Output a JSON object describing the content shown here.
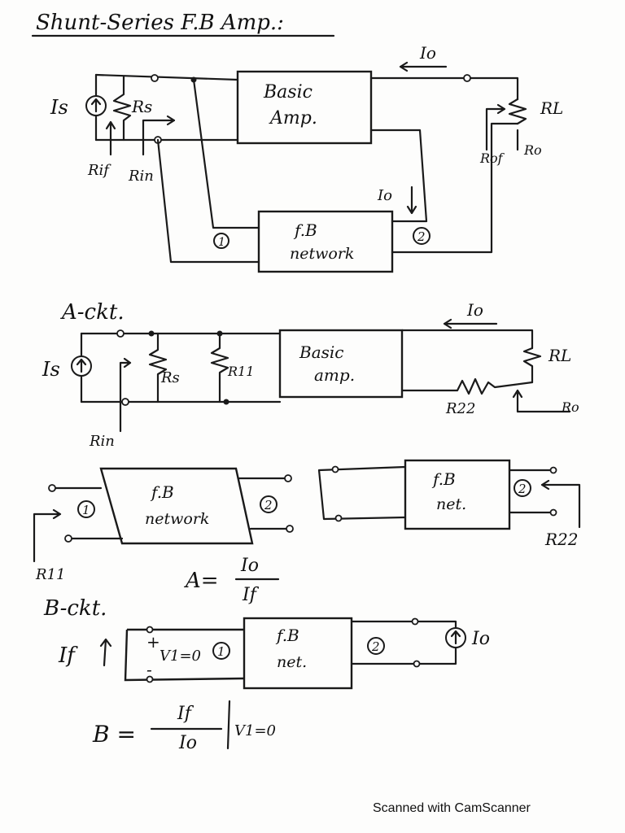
{
  "title": "Shunt-Series F.B Amp.:",
  "circuit1": {
    "source": "Is",
    "rs": "Rs",
    "rif": "Rif",
    "rin": "Rin",
    "amp_line1": "Basic",
    "amp_line2": "Amp.",
    "io_top": "Io",
    "io_loop": "Io",
    "rl": "RL",
    "rof": "Rof",
    "ro": "Ro",
    "fb_line1": "f.B",
    "fb_line2": "network",
    "port1": "1",
    "port2": "2"
  },
  "a_ckt": {
    "heading": "A-ckt.",
    "source": "Is",
    "rs": "Rs",
    "r11": "R11",
    "rin": "Rin",
    "amp_line1": "Basic",
    "amp_line2": "amp.",
    "io": "Io",
    "rl": "RL",
    "r22": "R22",
    "ro": "Ro"
  },
  "fb_network_a": {
    "line1": "f.B",
    "line2": "network",
    "port1": "1",
    "port2": "2",
    "r11": "R11"
  },
  "fb_net_b": {
    "line1": "f.B",
    "line2": "net.",
    "port2": "2",
    "r22": "R22"
  },
  "a_formula": {
    "lhs": "A=",
    "num": "Io",
    "den": "If"
  },
  "b_ckt": {
    "heading": "B-ckt.",
    "if_label": "If",
    "plus": "+",
    "minus": "-",
    "v1": "V1=0",
    "port1": "1",
    "line1": "f.B",
    "line2": "net.",
    "port2": "2",
    "io": "Io"
  },
  "b_formula": {
    "lhs": "B =",
    "num": "If",
    "den": "Io",
    "cond": "V1=0"
  },
  "footer": "Scanned with CamScanner"
}
